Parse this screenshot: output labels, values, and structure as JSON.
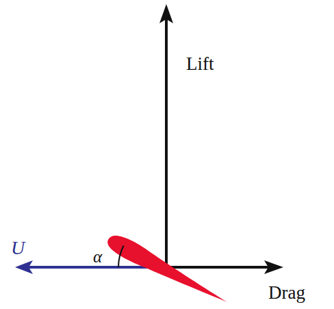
{
  "diagram": {
    "labels": [
      "Lift",
      "Drag",
      "U",
      "α"
    ]
  }
}
